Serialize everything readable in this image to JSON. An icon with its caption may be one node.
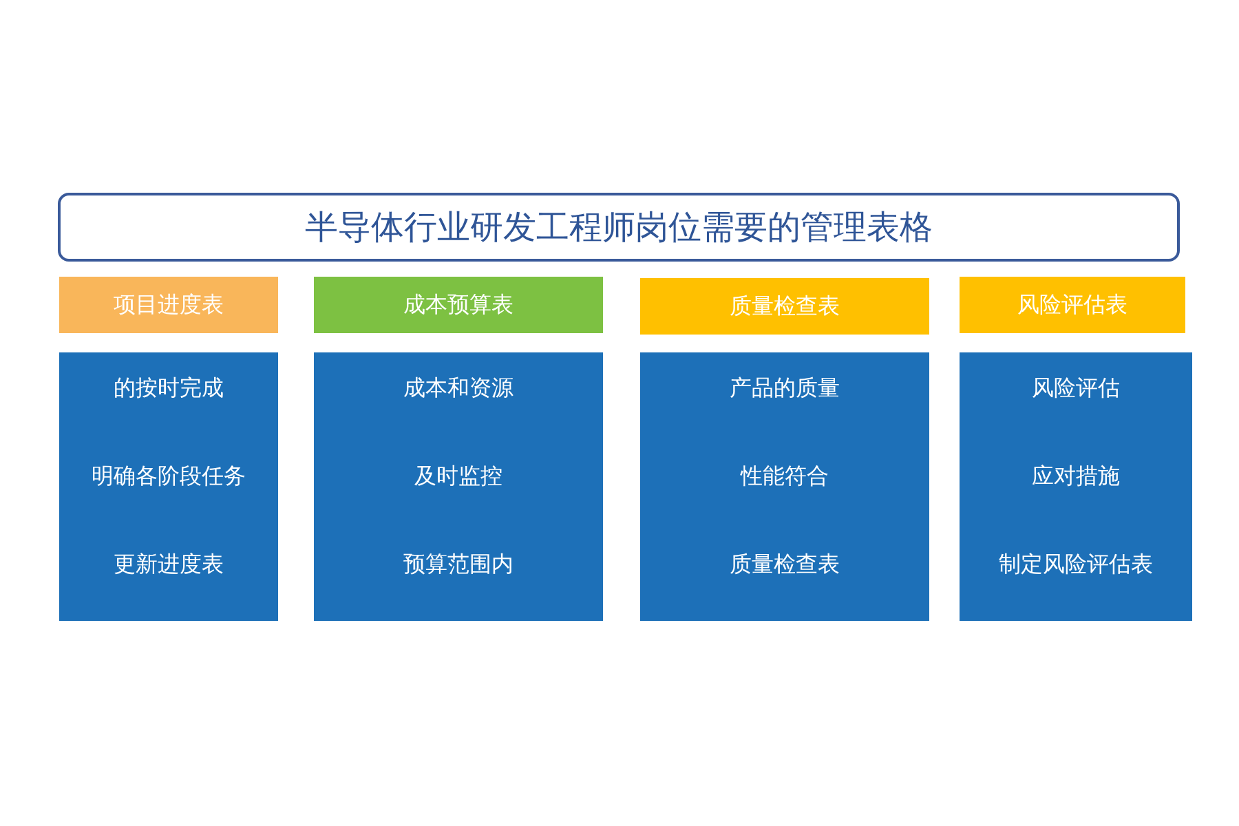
{
  "diagram": {
    "nodes": [
      {
        "text": [
          "半导体行业研发工程师岗位需要的管理表格"
        ]
      },
      {
        "text": [
          "项目进度表"
        ]
      },
      {
        "text": [
          "成本预算表"
        ]
      },
      {
        "text": [
          "质量检查表"
        ]
      },
      {
        "text": [
          "风险评估表"
        ]
      },
      {
        "text": [
          "的按时完成",
          "明确各阶段任务",
          "更新进度表"
        ]
      },
      {
        "text": [
          "成本和资源",
          "及时监控",
          "预算范围内"
        ]
      },
      {
        "text": [
          "产品的质量",
          "性能符合",
          "质量检查表"
        ]
      },
      {
        "text": [
          "风险评估",
          "应对措施",
          "制定风险评估表"
        ]
      }
    ]
  }
}
